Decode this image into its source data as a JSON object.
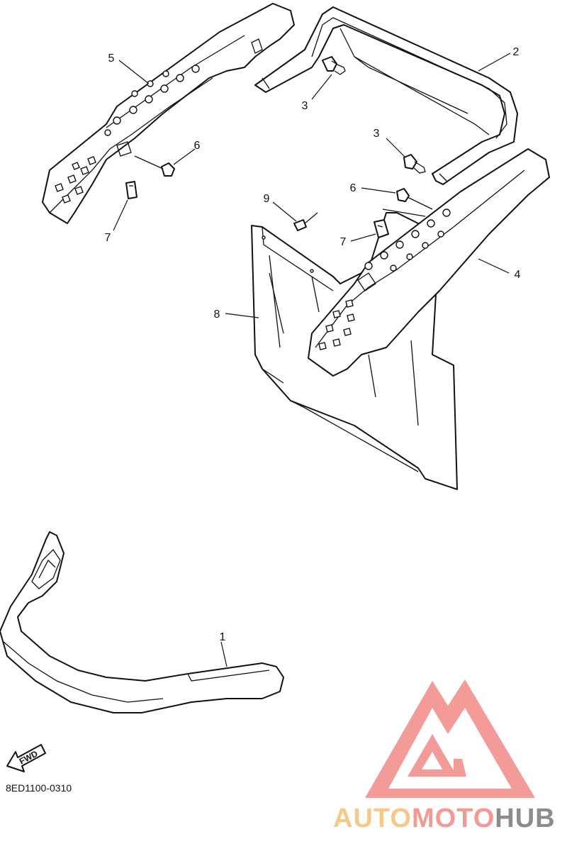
{
  "diagram": {
    "callouts": [
      "1",
      "2",
      "3",
      "3",
      "4",
      "5",
      "6",
      "6",
      "7",
      "7",
      "8",
      "9"
    ],
    "fwd_label": "FWD",
    "diagram_code": "8ED1100-0310"
  },
  "watermark": {
    "text_part1": "AUTO",
    "text_part2": "MOTO",
    "text_part3": "HUB",
    "colors": {
      "auto": "#f6c889",
      "moto": "#f39a94",
      "hub": "#8c8c8c",
      "logo": "#f07a76"
    }
  }
}
